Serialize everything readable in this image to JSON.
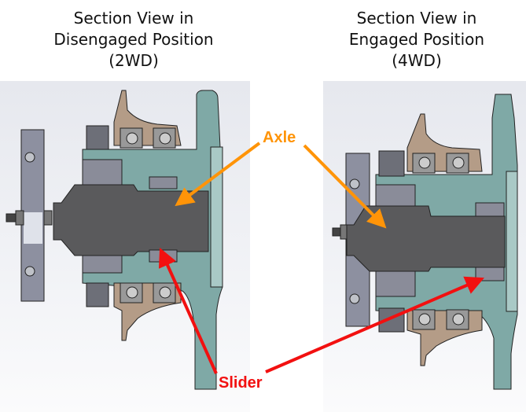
{
  "titles": {
    "left": [
      "Section View in",
      "Disengaged Position",
      "(2WD)"
    ],
    "right": [
      "Section View in",
      "Engaged Position",
      "(4WD)"
    ]
  },
  "labels": {
    "axle": "Axle",
    "slider": "Slider"
  },
  "colors": {
    "axle_arrow": "#ff9408",
    "slider_arrow": "#f21010",
    "hub": "#7fa9a6",
    "axle_shaft": "#5a5a5c",
    "bearing_housing": "#b49c87",
    "rotor": "#8d90a0"
  }
}
